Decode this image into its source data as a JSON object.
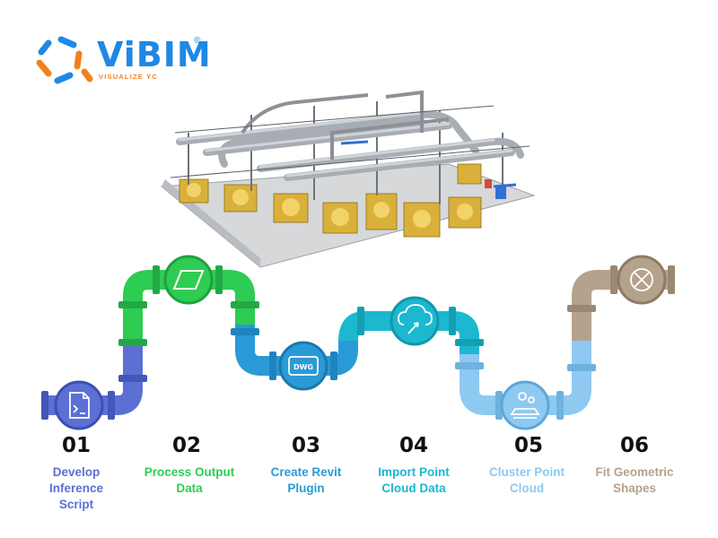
{
  "brand": {
    "name": "ViBIM",
    "tagline": "VISUALIZE YC",
    "registered": "®",
    "color_blue": "#1e88e5",
    "color_orange": "#f0821e"
  },
  "steps": [
    {
      "number": "01",
      "label": [
        "Develop",
        "Inference",
        "Script"
      ],
      "color": "#5b6fd4",
      "icon": "code-file-icon"
    },
    {
      "number": "02",
      "label": [
        "Process Output",
        "Data"
      ],
      "color": "#2ecc52",
      "icon": "parallelogram-icon"
    },
    {
      "number": "03",
      "label": [
        "Create Revit",
        "Plugin"
      ],
      "color": "#2a9ad6",
      "icon": "dwg-file-icon",
      "icon_text": "DWG"
    },
    {
      "number": "04",
      "label": [
        "Import Point",
        "Cloud Data"
      ],
      "color": "#1bb8d0",
      "icon": "cloud-upload-icon"
    },
    {
      "number": "05",
      "label": [
        "Cluster Point",
        "Cloud"
      ],
      "color": "#8ec9f2",
      "icon": "cluster-icon"
    },
    {
      "number": "06",
      "label": [
        "Fit Geometric",
        "Shapes"
      ],
      "color": "#b5a28c",
      "icon": "shape-circle-x-icon"
    }
  ]
}
